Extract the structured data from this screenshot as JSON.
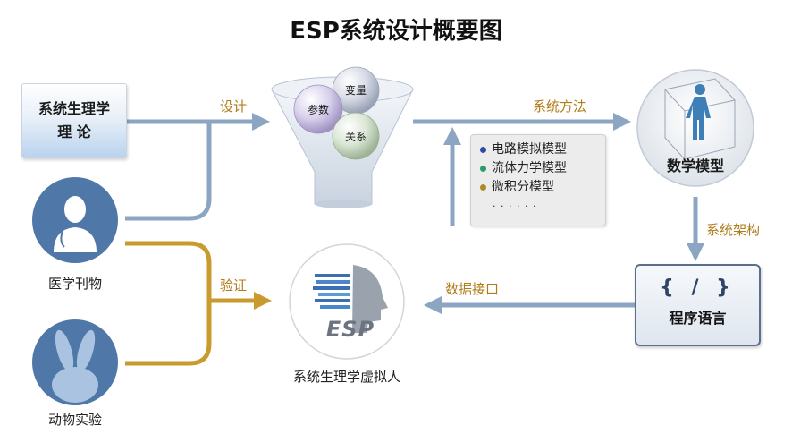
{
  "title": "ESP系统设计概要图",
  "nodes": {
    "theory": {
      "line1": "系统生理学",
      "line2": "理  论"
    },
    "literature": {
      "label": "医学刊物"
    },
    "animal": {
      "label": "动物实验"
    },
    "funnel": {
      "balls": [
        "变量",
        "参数",
        "关系"
      ]
    },
    "math_model": {
      "label": "数学模型"
    },
    "programming": {
      "glyph": "{ / }",
      "label": "程序语言"
    },
    "virtual_human": {
      "logo_text": "ESP",
      "label": "系统生理学虚拟人"
    }
  },
  "model_types": {
    "items": [
      {
        "label": "电路模拟模型",
        "color": "#2c4aa8"
      },
      {
        "label": "流体力学模型",
        "color": "#2c9a6a"
      },
      {
        "label": "微积分模型",
        "color": "#b08a22"
      }
    ],
    "ellipsis": "· · · · · ·"
  },
  "edges": {
    "design": "设计",
    "method": "系统方法",
    "architecture": "系统架构",
    "interface": "数据接口",
    "verify": "验证"
  },
  "colors": {
    "blue_arrow": "#8ca5c2",
    "gold_arrow": "#c99a2e",
    "label_brown": "#b07c1a"
  }
}
